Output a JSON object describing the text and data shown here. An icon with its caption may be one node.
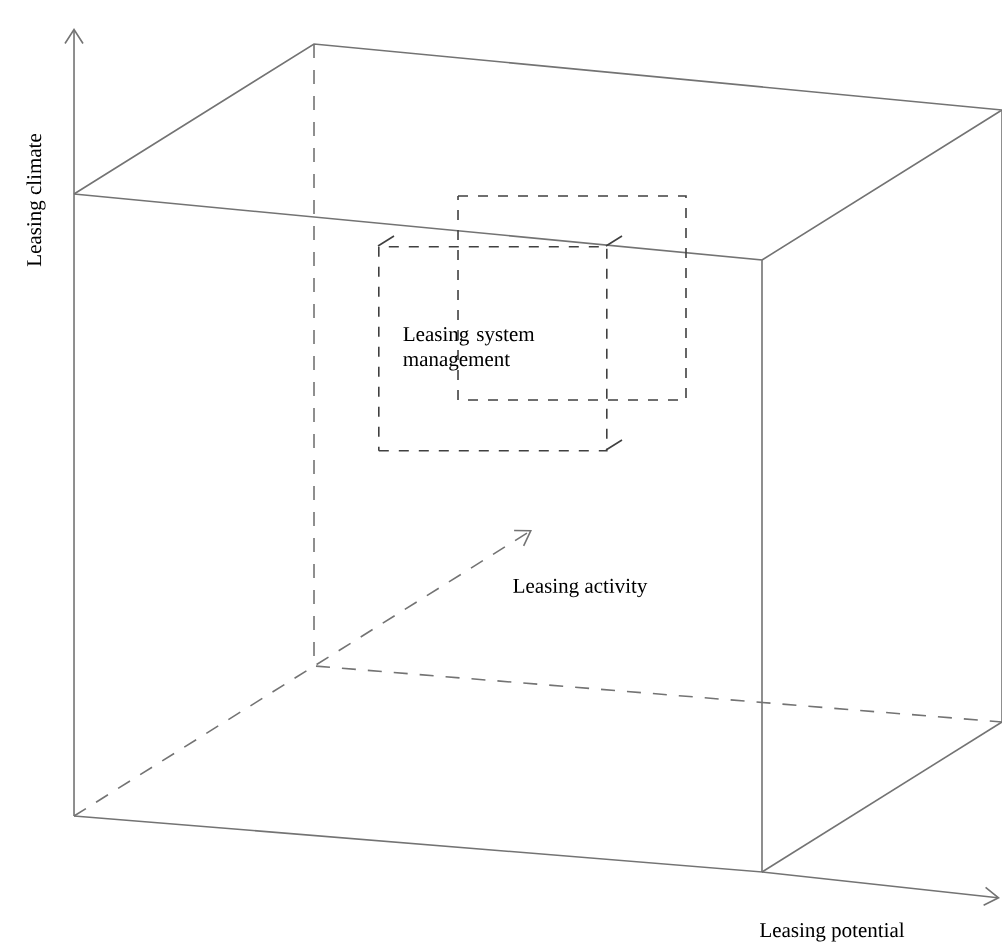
{
  "diagram": {
    "nodes": [
      {
        "text": [
          "Leasing system management"
        ]
      }
    ],
    "edges": [],
    "labels": [
      "Leasing climate",
      "Leasing activity",
      "Leasing potential"
    ]
  }
}
